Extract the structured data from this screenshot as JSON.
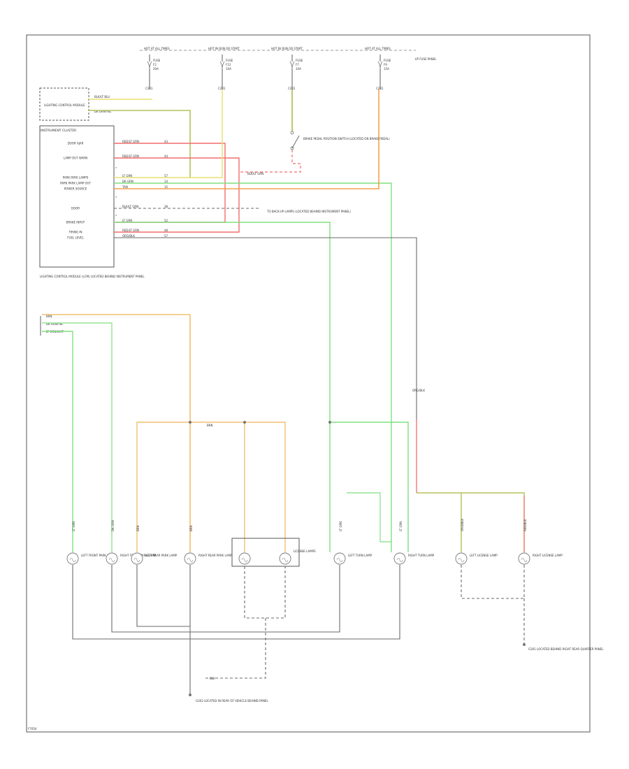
{
  "diagram": {
    "page_code": "F7054",
    "colors": {
      "red": "#f26d6d",
      "yellow": "#e8e070",
      "orange": "#f3a24c",
      "light_orange": "#f0c070",
      "green": "#7ee07e",
      "olive": "#b5c25a",
      "gray": "#6a6a6a"
    },
    "top_fuses": [
      {
        "source": "HOT AT ALL TIMES",
        "fuse_name": "FUSE",
        "fuse_id": "F2",
        "rating": "20A",
        "connector": "C201"
      },
      {
        "source": "HOT IN RUN OR START",
        "fuse_name": "FUSE",
        "fuse_id": "F12",
        "rating": "10A",
        "connector": "C201"
      },
      {
        "source": "HOT IN RUN OR START",
        "fuse_name": "FUSE",
        "fuse_id": "F7",
        "rating": "10A",
        "connector": "C201"
      },
      {
        "source": "HOT AT ALL TIMES",
        "fuse_name": "FUSE",
        "fuse_id": "F9",
        "rating": "15A",
        "connector": "C201"
      }
    ],
    "fuse_panel_label": "I/P FUSE PANEL",
    "module": {
      "title": "INSTRUMENT CLUSTER",
      "sub_box_label": "LIGHTING CONTROL MODULE",
      "top_wires": [
        "BLK/LT BLU",
        "DK GRN/YEL"
      ],
      "pin_labels": [
        "DOOR AJAR",
        "LAMP OUT WARN",
        "",
        "PARK PARK LAMPS",
        "PARK PARK LAMP OUT",
        "POWER SOURCE",
        "",
        "DOOR",
        "",
        "BRAKE INPUT",
        "FIRING IN",
        "FUEL LEVEL"
      ],
      "wire_codes": [
        "RED/LT GRN",
        "RED/LT GRN",
        "",
        "LT GRN",
        "DK GRN",
        "TAN",
        "",
        "BLK/LT GRN",
        "",
        "LT GRN",
        "RED/LT GRN",
        "ORG/BLK"
      ],
      "circuit_codes": [
        "43",
        "44",
        "",
        "57",
        "14",
        "15",
        "",
        "38",
        "",
        "52",
        "48",
        "57"
      ],
      "footer": "LIGHTING CONTROL MODULE (LCM) LOCATED BEHIND INSTRUMENT PANEL"
    },
    "brake_switch": {
      "label": "BRAKE PEDAL POSITION SWITCH (LOCATED ON BRAKE PEDAL)",
      "wire": "BLK/LT GRN"
    },
    "splice_note": "TO BACK-UP LAMPS (LOCATED BEHIND INSTRUMENT PANEL)",
    "left_bus": [
      "BRN",
      "DK GRN/YEL",
      "LT GRN/WHT"
    ],
    "mid_bus_label": "BRN",
    "right_column_wire": "ORG/BLK",
    "lamps": [
      {
        "name": "LEFT FRONT PARK LAMP",
        "wire": "LT GRN"
      },
      {
        "name": "RIGHT FRONT PARK LAMP",
        "wire": "DK GRN"
      },
      {
        "name": "LEFT REAR PARK LAMP",
        "wire": "BRN"
      },
      {
        "name": "RIGHT REAR PARK LAMP",
        "wire": "BRN"
      },
      {
        "name": "LEFT TURN LAMP",
        "wire": "LT GRN"
      },
      {
        "name": "RIGHT TURN LAMP",
        "wire": "LT GRN"
      },
      {
        "name": "LEFT LICENSE LAMP",
        "wire": "ORG/BLK"
      },
      {
        "name": "RIGHT LICENSE LAMP",
        "wire": "RED/BLK"
      }
    ],
    "license_assembly_label": "LICENSE LAMPS",
    "bottom_ground": {
      "label": "G302 LOCATED IN REAR OF VEHICLE BEHIND PANEL",
      "wire": "BLK"
    },
    "right_ground": {
      "label": "G301 LOCATED BEHIND RIGHT REAR QUARTER PANEL"
    }
  }
}
